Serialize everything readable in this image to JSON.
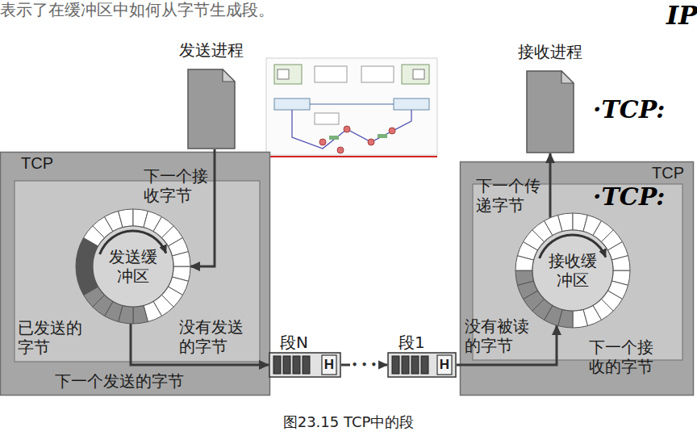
{
  "diagram": {
    "caption": "图23.15 TCP中的段",
    "nodes": [
      {
        "text": [
          "发送进程"
        ]
      },
      {
        "text": [
          "接收进程"
        ]
      },
      {
        "text": [
          "TCP"
        ]
      },
      {
        "text": [
          "发送缓冲区"
        ],
        "in": 2
      },
      {
        "text": [
          "TCP"
        ]
      },
      {
        "text": [
          "接收缓冲区"
        ],
        "in": 4
      },
      {
        "text": [
          "段N",
          "H"
        ]
      },
      {
        "text": [
          "段1",
          "H"
        ]
      }
    ],
    "edges": [
      {
        "from": 0,
        "to": 3,
        "arrow": "to"
      },
      {
        "from": 3,
        "to": 6,
        "arrow": "to"
      },
      {
        "from": 6,
        "to": 7,
        "arrow": "to",
        "label": "• • •"
      },
      {
        "from": 7,
        "to": 5,
        "arrow": "to"
      },
      {
        "from": 5,
        "to": 1,
        "arrow": "to"
      }
    ],
    "labels": [
      "表示了在缓冲区中如何从字节生成段。",
      "IP",
      "·TCP:",
      "·TCP:",
      "下一个接收字节",
      "已发送的字节",
      "没有发送的字节",
      "下一个发送的字节",
      "下一个传递字节",
      "没有被读的字节",
      "下一个接收的字节"
    ]
  }
}
